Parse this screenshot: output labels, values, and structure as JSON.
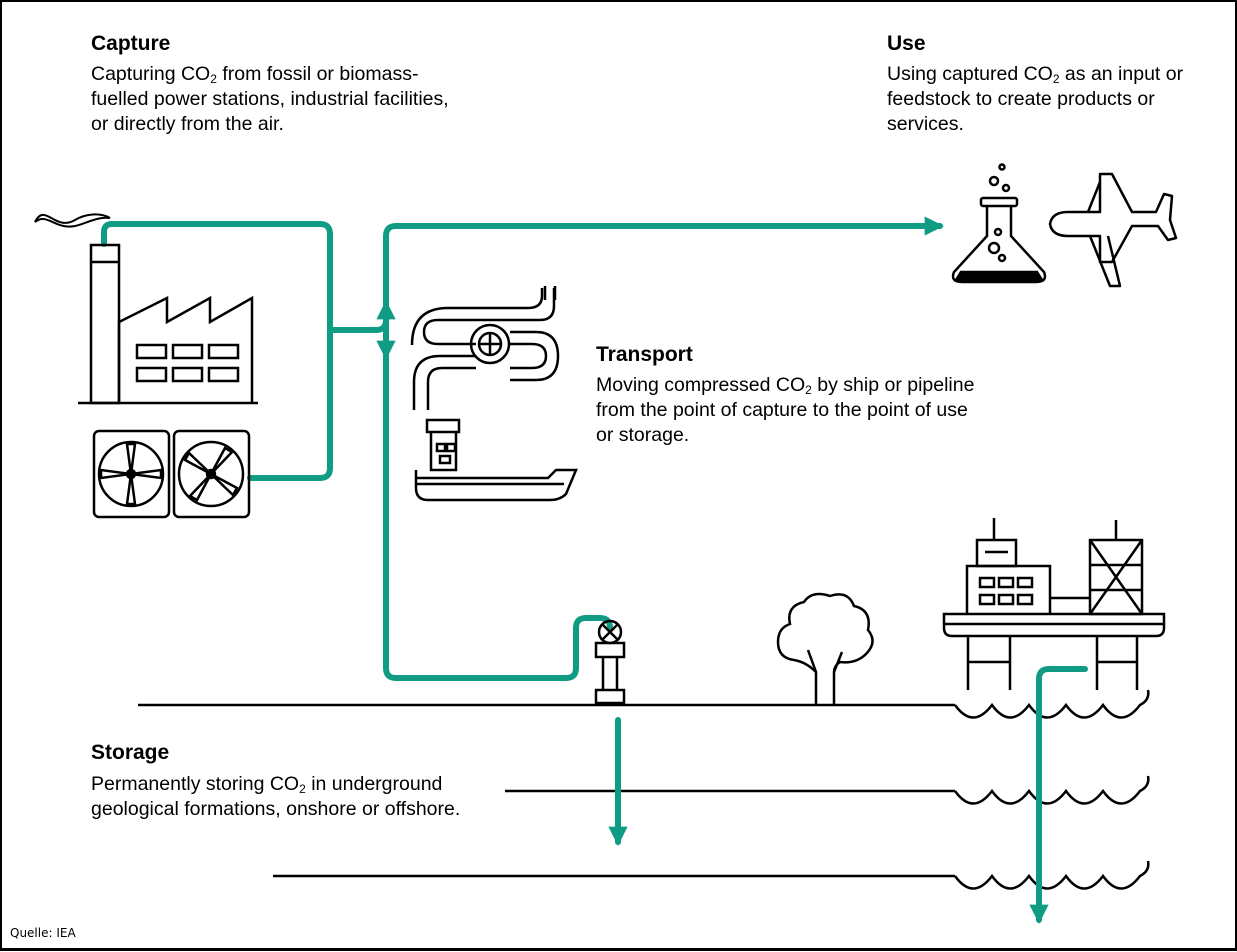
{
  "capture": {
    "title": "Capture",
    "desc_a": "Capturing CO",
    "desc_sub": "2",
    "desc_b": " from fossil or biomass-fuelled power stations, industrial facilities, or directly from the air."
  },
  "use": {
    "title": "Use",
    "desc_a": "Using captured CO",
    "desc_sub": "2",
    "desc_b": " as an input or feedstock to create products or services."
  },
  "transport": {
    "title": "Transport",
    "desc_a": "Moving compressed CO",
    "desc_sub": "2",
    "desc_b": " by ship or pipeline from the point of capture to the point of use or storage."
  },
  "storage": {
    "title": "Storage",
    "desc_a": "Permanently storing CO",
    "desc_sub": "2",
    "desc_b": " in underground geological formations, onshore or offshore."
  },
  "source": "Quelle: IEA",
  "colors": {
    "flow": "#109b85",
    "line": "#000000",
    "background": "#ffffff"
  },
  "icons": [
    "factory-icon",
    "direct-air-capture-fans-icon",
    "pipeline-icon",
    "ship-icon",
    "flask-icon",
    "airplane-icon",
    "tree-icon",
    "wellhead-icon",
    "offshore-platform-icon",
    "water-waves-icon"
  ]
}
